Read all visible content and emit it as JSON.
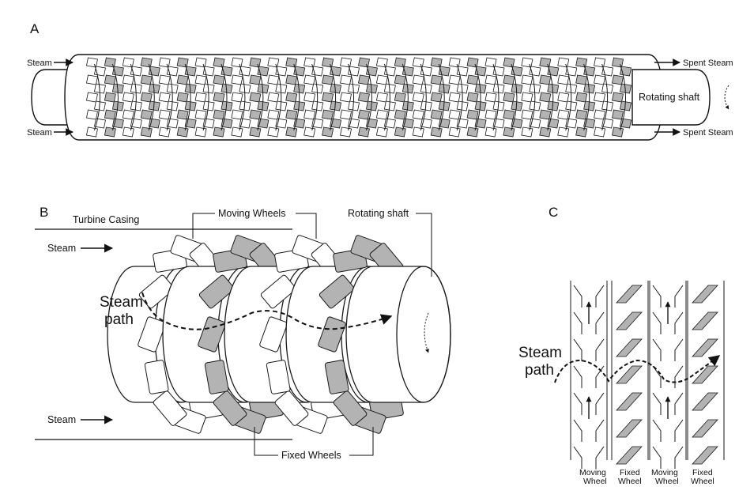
{
  "panel_a": {
    "letter": "A",
    "steam_in_top": "Steam",
    "steam_in_bottom": "Steam",
    "spent_top": "Spent Steam",
    "spent_bottom": "Spent Steam",
    "shaft_label": "Rotating shaft"
  },
  "panel_b": {
    "letter": "B",
    "casing": "Turbine Casing",
    "moving_wheels": "Moving Wheels",
    "rotating_shaft": "Rotating shaft",
    "steam_top": "Steam",
    "steam_bottom": "Steam",
    "steam_path_1": "Steam",
    "steam_path_2": "path",
    "fixed_wheels": "Fixed Wheels"
  },
  "panel_c": {
    "letter": "C",
    "steam_path_1": "Steam",
    "steam_path_2": "path",
    "columns": [
      {
        "line1": "Moving",
        "line2": "Wheel"
      },
      {
        "line1": "Fixed",
        "line2": "Wheel"
      },
      {
        "line1": "Moving",
        "line2": "Wheel"
      },
      {
        "line1": "Fixed",
        "line2": "Wheel"
      }
    ]
  },
  "colors": {
    "ink": "#1a1a1a",
    "blade_fill": "#b3b3b3",
    "white": "#ffffff"
  }
}
